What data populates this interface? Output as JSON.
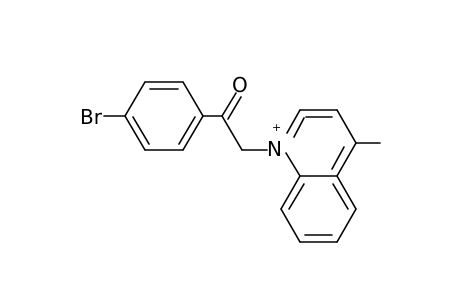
{
  "molecule": {
    "atoms": {
      "bromine": "Br",
      "oxygen": "O",
      "nitrogen": "N",
      "nitrogen_charge": "+"
    }
  }
}
